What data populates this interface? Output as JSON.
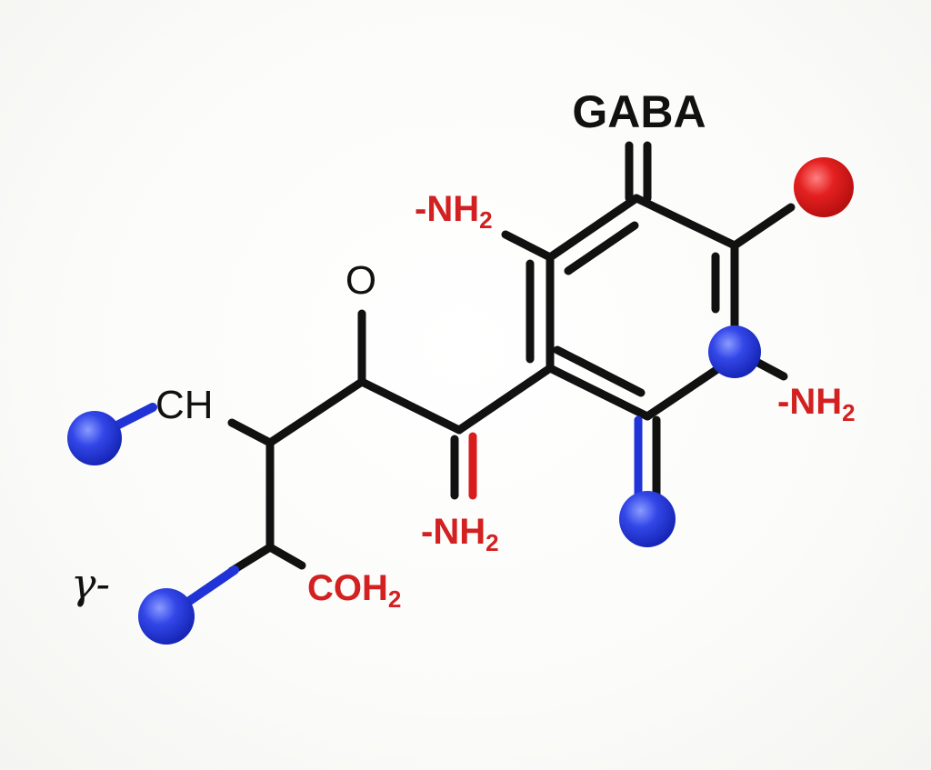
{
  "title": "GABA",
  "labels": {
    "nh2_top_left": {
      "main": "-NH",
      "sub": "2"
    },
    "nh2_right": {
      "main": "-NH",
      "sub": "2"
    },
    "nh2_bottom": {
      "main": "-NH",
      "sub": "2"
    },
    "coh2": {
      "main": "COH",
      "sub": "2"
    },
    "oxygen": "O",
    "ch": "CH",
    "gamma_prefix": "γ-"
  },
  "colors": {
    "bond": "#111111",
    "label_red": "#d32020",
    "atom_blue": "#1f33d6",
    "atom_red": "#e11c1c",
    "blue_bond": "#1f33d6",
    "red_bond": "#d81d1d",
    "text_black": "#111111"
  },
  "icons": {
    "blue_atom": "blue-atom-sphere",
    "red_atom": "red-atom-sphere"
  }
}
